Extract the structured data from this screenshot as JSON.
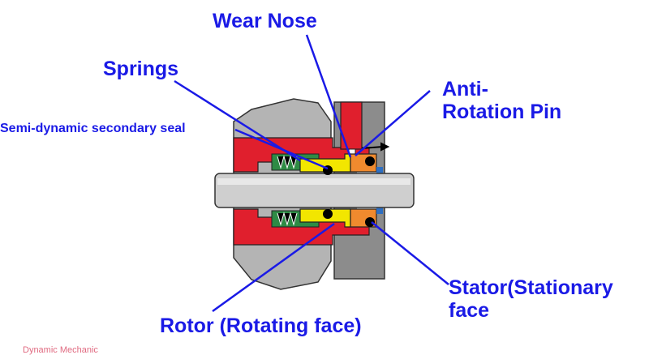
{
  "labels": {
    "wear_nose": "Wear Nose",
    "springs": "Springs",
    "anti_rotation_line1": "Anti-",
    "anti_rotation_line2": "Rotation Pin",
    "semi_dynamic": "Semi-dynamic secondary seal",
    "stator_line1": "Stator(Stationary",
    "stator_line2": "face",
    "rotor": "Rotor (Rotating face)"
  },
  "footer": "Dynamic Mechanic",
  "colors": {
    "label_text": "#1a1ae6",
    "leader_line": "#1a1ae6",
    "housing_gray": "#b4b4b4",
    "shaft": "#cfcfcf",
    "rotor_red": "#e01f2d",
    "rotor_face_yellow": "#f2e600",
    "stator_orange": "#f08a2e",
    "gland_gray": "#8c8c8c",
    "spring_green": "#2e8b45",
    "oring_black": "#000000",
    "seal_blue": "#2e6fc2"
  }
}
